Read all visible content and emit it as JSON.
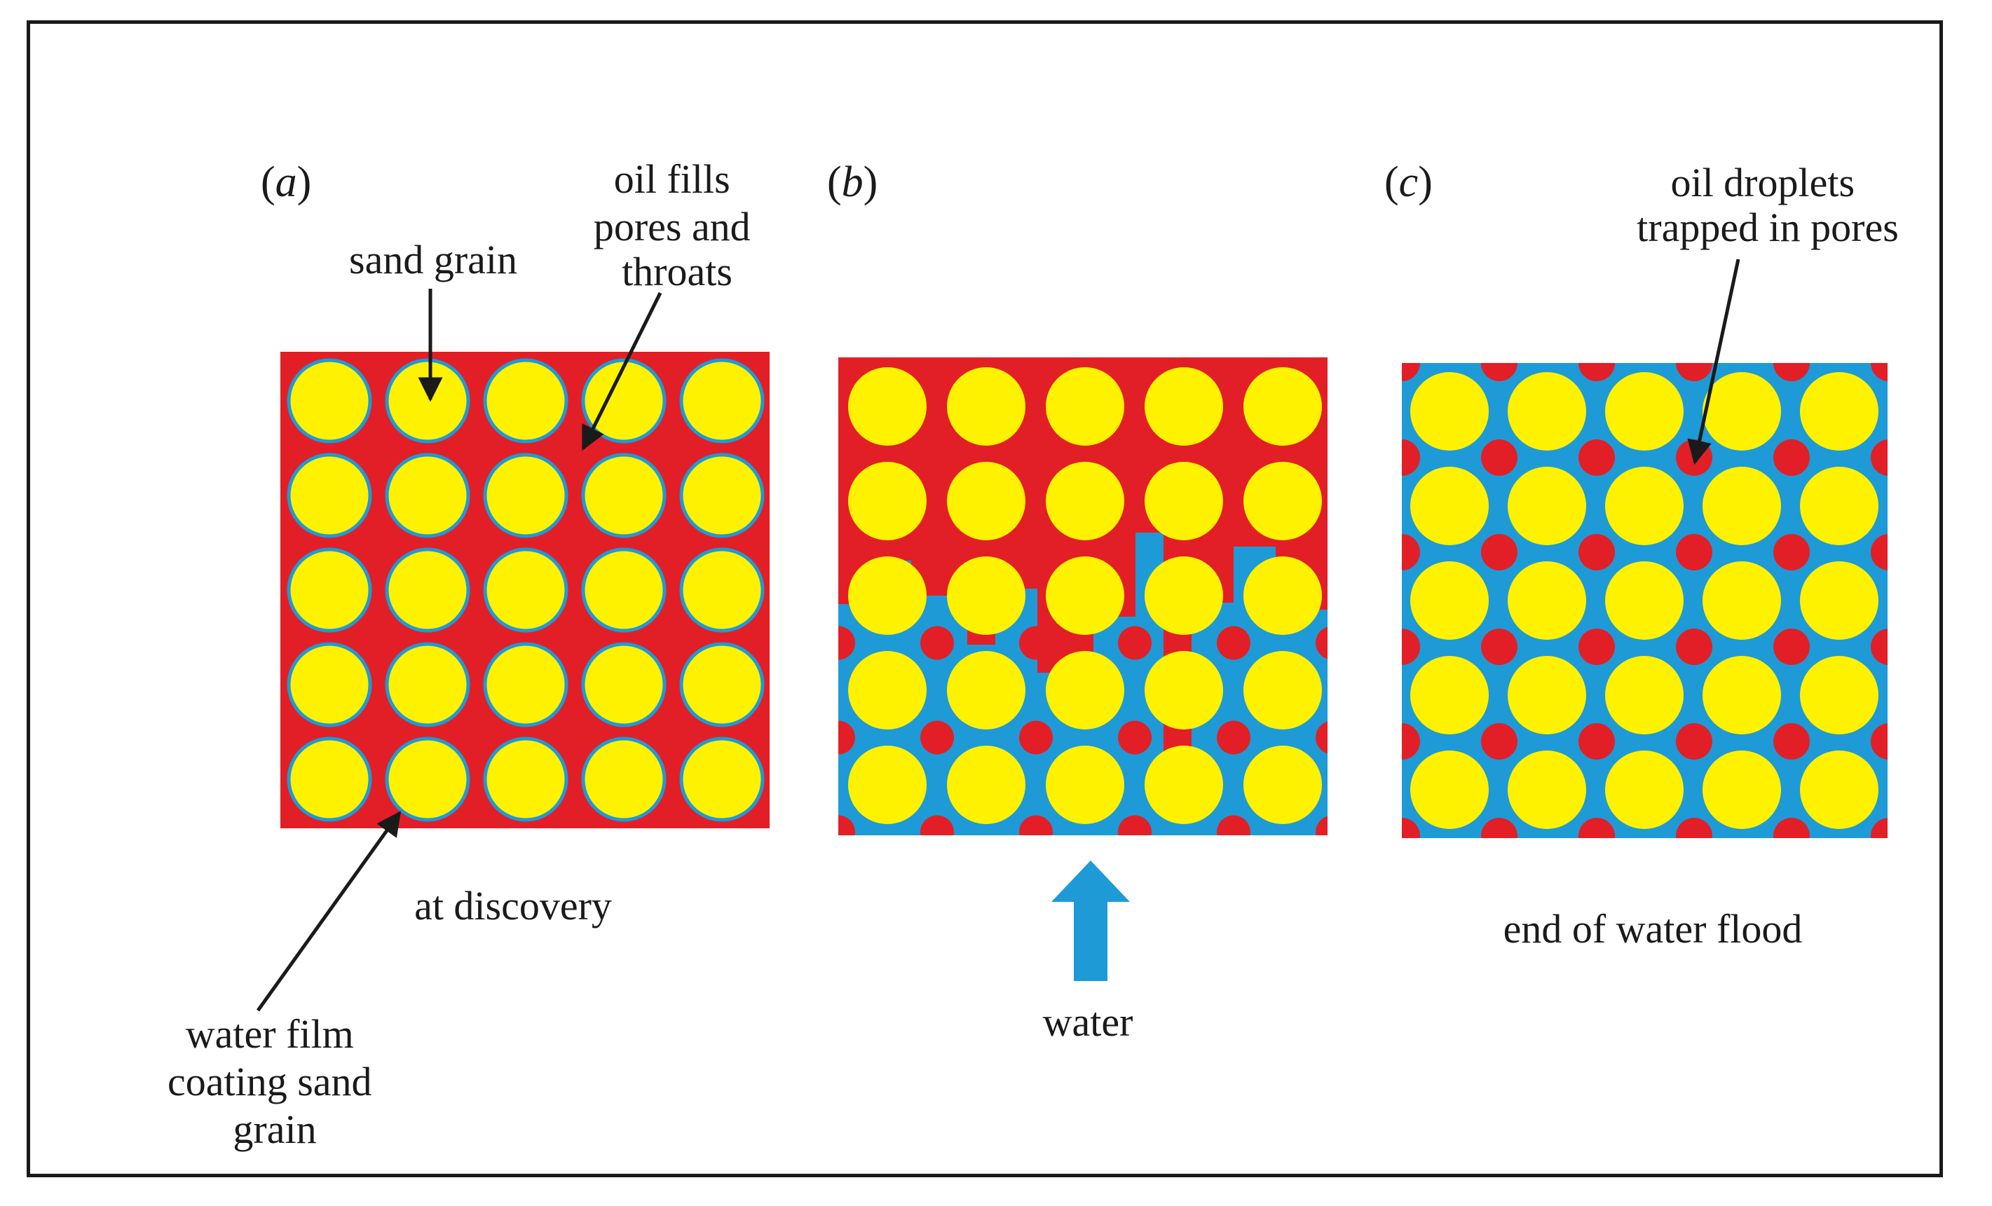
{
  "panels": [
    {
      "letter_open": "(",
      "letter": "a",
      "letter_close": ")",
      "caption": "at discovery"
    },
    {
      "letter_open": "(",
      "letter": "b",
      "letter_close": ")",
      "caption": ""
    },
    {
      "letter_open": "(",
      "letter": "c",
      "letter_close": ")",
      "caption": "end of water flood"
    }
  ],
  "annotations": {
    "sand_grain": [
      "sand grain"
    ],
    "oil_fills": [
      "oil fills",
      "pores and",
      "throats"
    ],
    "water_film": [
      "water film",
      "coating sand",
      "grain"
    ],
    "water": [
      "water"
    ],
    "oil_droplets": [
      "oil droplets",
      "trapped in pores"
    ]
  },
  "colors": {
    "oil": "#e21f26",
    "water": "#1e9ad6",
    "sand_grain": "#fff200",
    "text": "#1a1a1a",
    "frame": "#1a1a1a"
  }
}
